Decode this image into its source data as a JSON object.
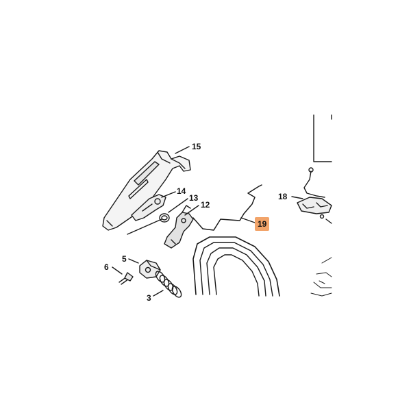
{
  "diagram": {
    "highlight_color": "#f2a46a",
    "line_color": "#1a1a1a",
    "callouts": [
      {
        "id": "15",
        "text": "15",
        "highlighted": false
      },
      {
        "id": "14",
        "text": "14",
        "highlighted": false
      },
      {
        "id": "13",
        "text": "13",
        "highlighted": false
      },
      {
        "id": "12",
        "text": "12",
        "highlighted": false
      },
      {
        "id": "19",
        "text": "19",
        "highlighted": true
      },
      {
        "id": "18",
        "text": "18",
        "highlighted": false
      },
      {
        "id": "5",
        "text": "5",
        "highlighted": false
      },
      {
        "id": "6",
        "text": "6",
        "highlighted": false
      },
      {
        "id": "3",
        "text": "3",
        "highlighted": false
      }
    ]
  }
}
